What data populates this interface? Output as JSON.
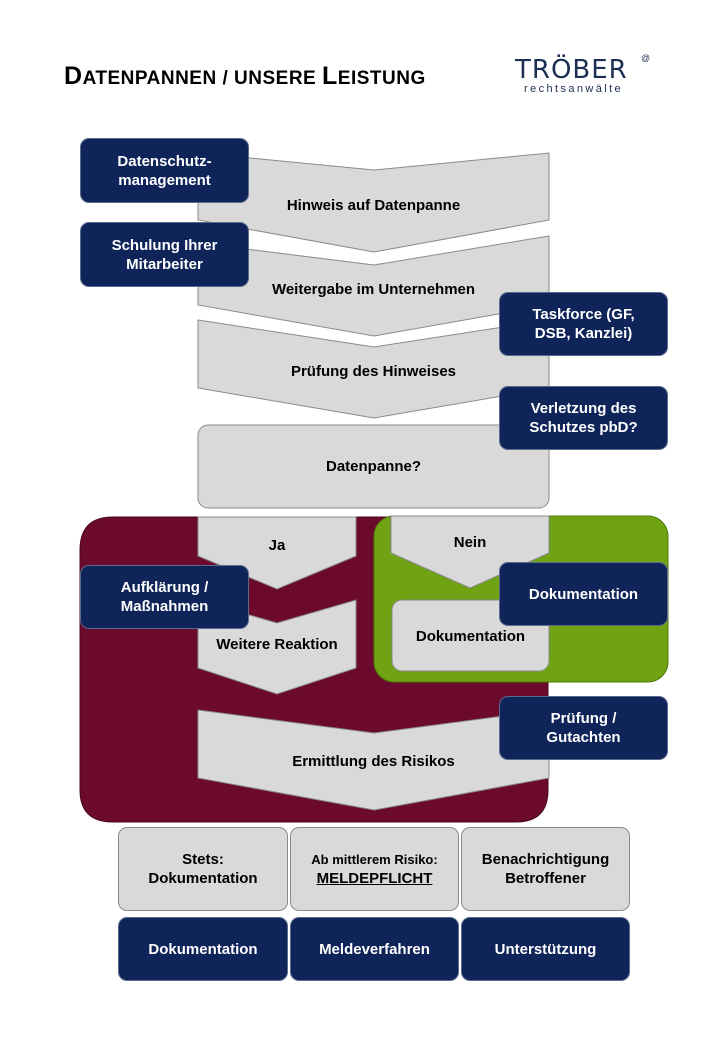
{
  "title": {
    "first": "D",
    "rest1": "ATENPANNEN / UNSERE ",
    "l": "L",
    "rest2": "EISTUNG"
  },
  "logo": {
    "name": "TRÖBER",
    "reg": "@",
    "sub": "rechtsanwälte"
  },
  "flow": {
    "hinweis": "Hinweis auf Datenpanne",
    "weitergabe": "Weitergabe im Unternehmen",
    "pruefung": "Prüfung des Hinweises",
    "datenpanne": "Datenpanne?",
    "ja": "Ja",
    "nein": "Nein",
    "weitere": "Weitere Reaktion",
    "dok_inner": "Dokumentation",
    "ermittlung": "Ermittlung des Risikos"
  },
  "services": {
    "datenschutz": [
      "Datenschutz-",
      "management"
    ],
    "schulung": [
      "Schulung Ihrer",
      "Mitarbeiter"
    ],
    "taskforce": [
      "Taskforce (GF,",
      "DSB, Kanzlei)"
    ],
    "verletzung": [
      "Verletzung des",
      "Schutzes pbD?"
    ],
    "aufklaerung": [
      "Aufklärung /",
      "Maßnahmen"
    ],
    "dokumentation": "Dokumentation",
    "pruefung_gut": [
      "Prüfung /",
      "Gutachten"
    ]
  },
  "outcomes": {
    "stets": [
      "Stets:",
      "Dokumentation"
    ],
    "ab": "Ab mittlerem Risiko:",
    "meldepflicht": "MELDEPFLICHT",
    "benach": [
      "Benachrichtigung",
      "Betroffener"
    ]
  },
  "bottom": {
    "dok": "Dokumentation",
    "melde": "Meldeverfahren",
    "unter": "Unterstützung"
  },
  "colors": {
    "navy": "#0f2458",
    "maroon": "#6b0a2c",
    "green": "#6fa314",
    "gray": "#d9d9d9"
  }
}
